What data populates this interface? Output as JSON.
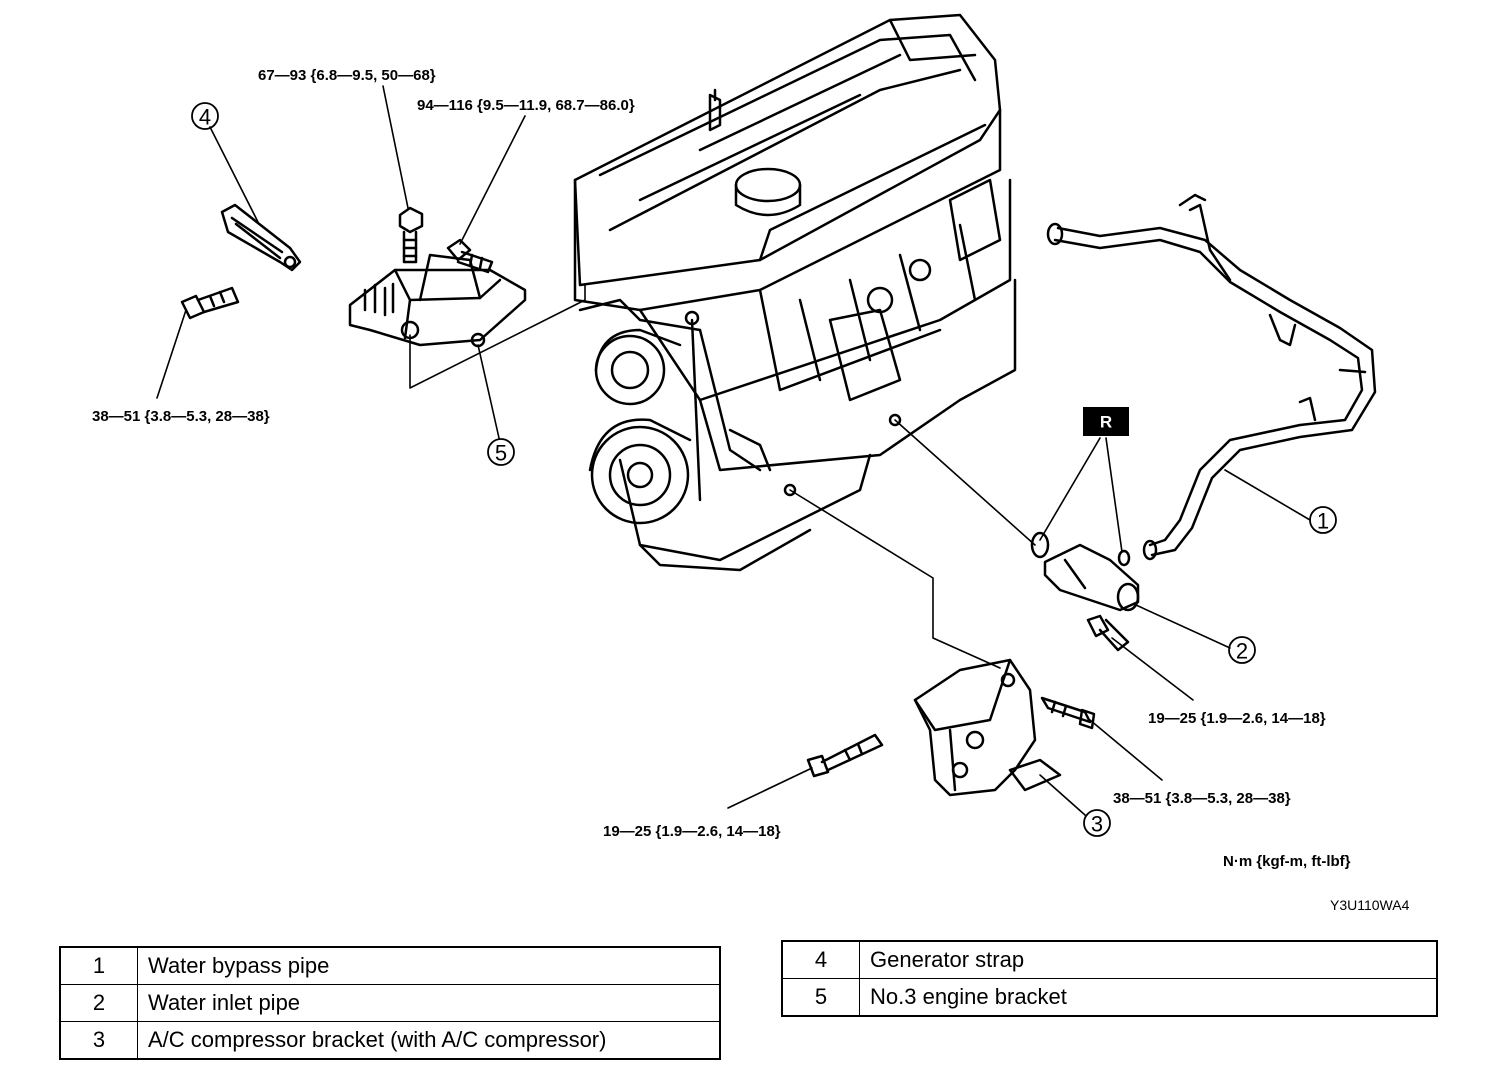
{
  "torque_specs": {
    "bolt_top": "67—93 {6.8—9.5, 50—68}",
    "bolt_upper": "94—116 {9.5—11.9, 68.7—86.0}",
    "bolt_left": "38—51 {3.8—5.3, 28—38}",
    "bolt_inlet": "19—25 {1.9—2.6, 14—18}",
    "bolt_bracket_right": "38—51 {3.8—5.3, 28—38}",
    "bolt_bracket_left": "19—25 {1.9—2.6, 14—18}"
  },
  "callouts": [
    "1",
    "2",
    "3",
    "4",
    "5"
  ],
  "replace_marker": "R",
  "units_label": "N·m {kgf-m, ft-lbf}",
  "figure_code": "Y3U110WA4",
  "legend_left": [
    {
      "num": "1",
      "label": "Water bypass pipe"
    },
    {
      "num": "2",
      "label": "Water inlet pipe"
    },
    {
      "num": "3",
      "label": "A/C compressor bracket (with A/C compressor)"
    }
  ],
  "legend_right": [
    {
      "num": "4",
      "label": "Generator strap"
    },
    {
      "num": "5",
      "label": "No.3 engine bracket"
    }
  ]
}
